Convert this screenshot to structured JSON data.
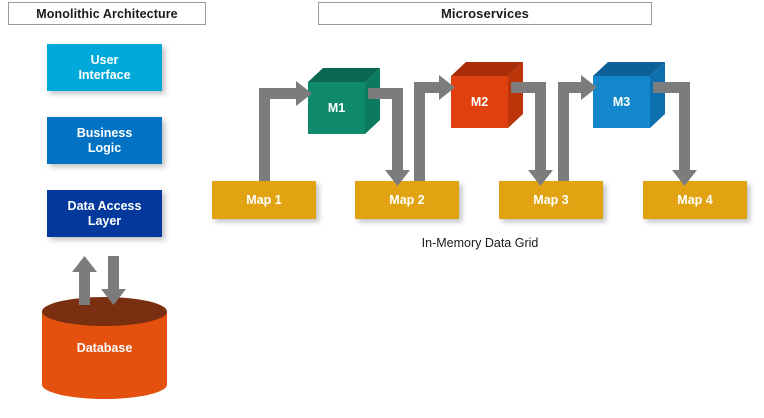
{
  "headers": {
    "monolith": "Monolithic Architecture",
    "microservices": "Microservices"
  },
  "monolith": {
    "layers": [
      {
        "label": "User\nInterface",
        "color": "#00a9da"
      },
      {
        "label": "Business\nLogic",
        "color": "#0272c4"
      },
      {
        "label": "Data Access\nLayer",
        "color": "#03399c"
      }
    ],
    "database": {
      "label": "Database",
      "body_color": "#e4510f",
      "top_color": "#7a2f11"
    },
    "connector": {
      "up_arrow": "arrow-up-icon",
      "down_arrow": "arrow-down-icon",
      "color": "#7c7c7c"
    }
  },
  "microservices": {
    "services": [
      {
        "label": "M1",
        "color": "#0f8a6c",
        "shade": "#0a6850"
      },
      {
        "label": "M2",
        "color": "#df400d",
        "shade": "#a82d08"
      },
      {
        "label": "M3",
        "color": "#1287cb",
        "shade": "#0b6099"
      }
    ],
    "maps": [
      {
        "label": "Map 1"
      },
      {
        "label": "Map 2"
      },
      {
        "label": "Map 3"
      },
      {
        "label": "Map 4"
      }
    ],
    "map_color": "#e2a312",
    "caption": "In-Memory Data Grid",
    "arrow_color": "#7c7c7c"
  }
}
